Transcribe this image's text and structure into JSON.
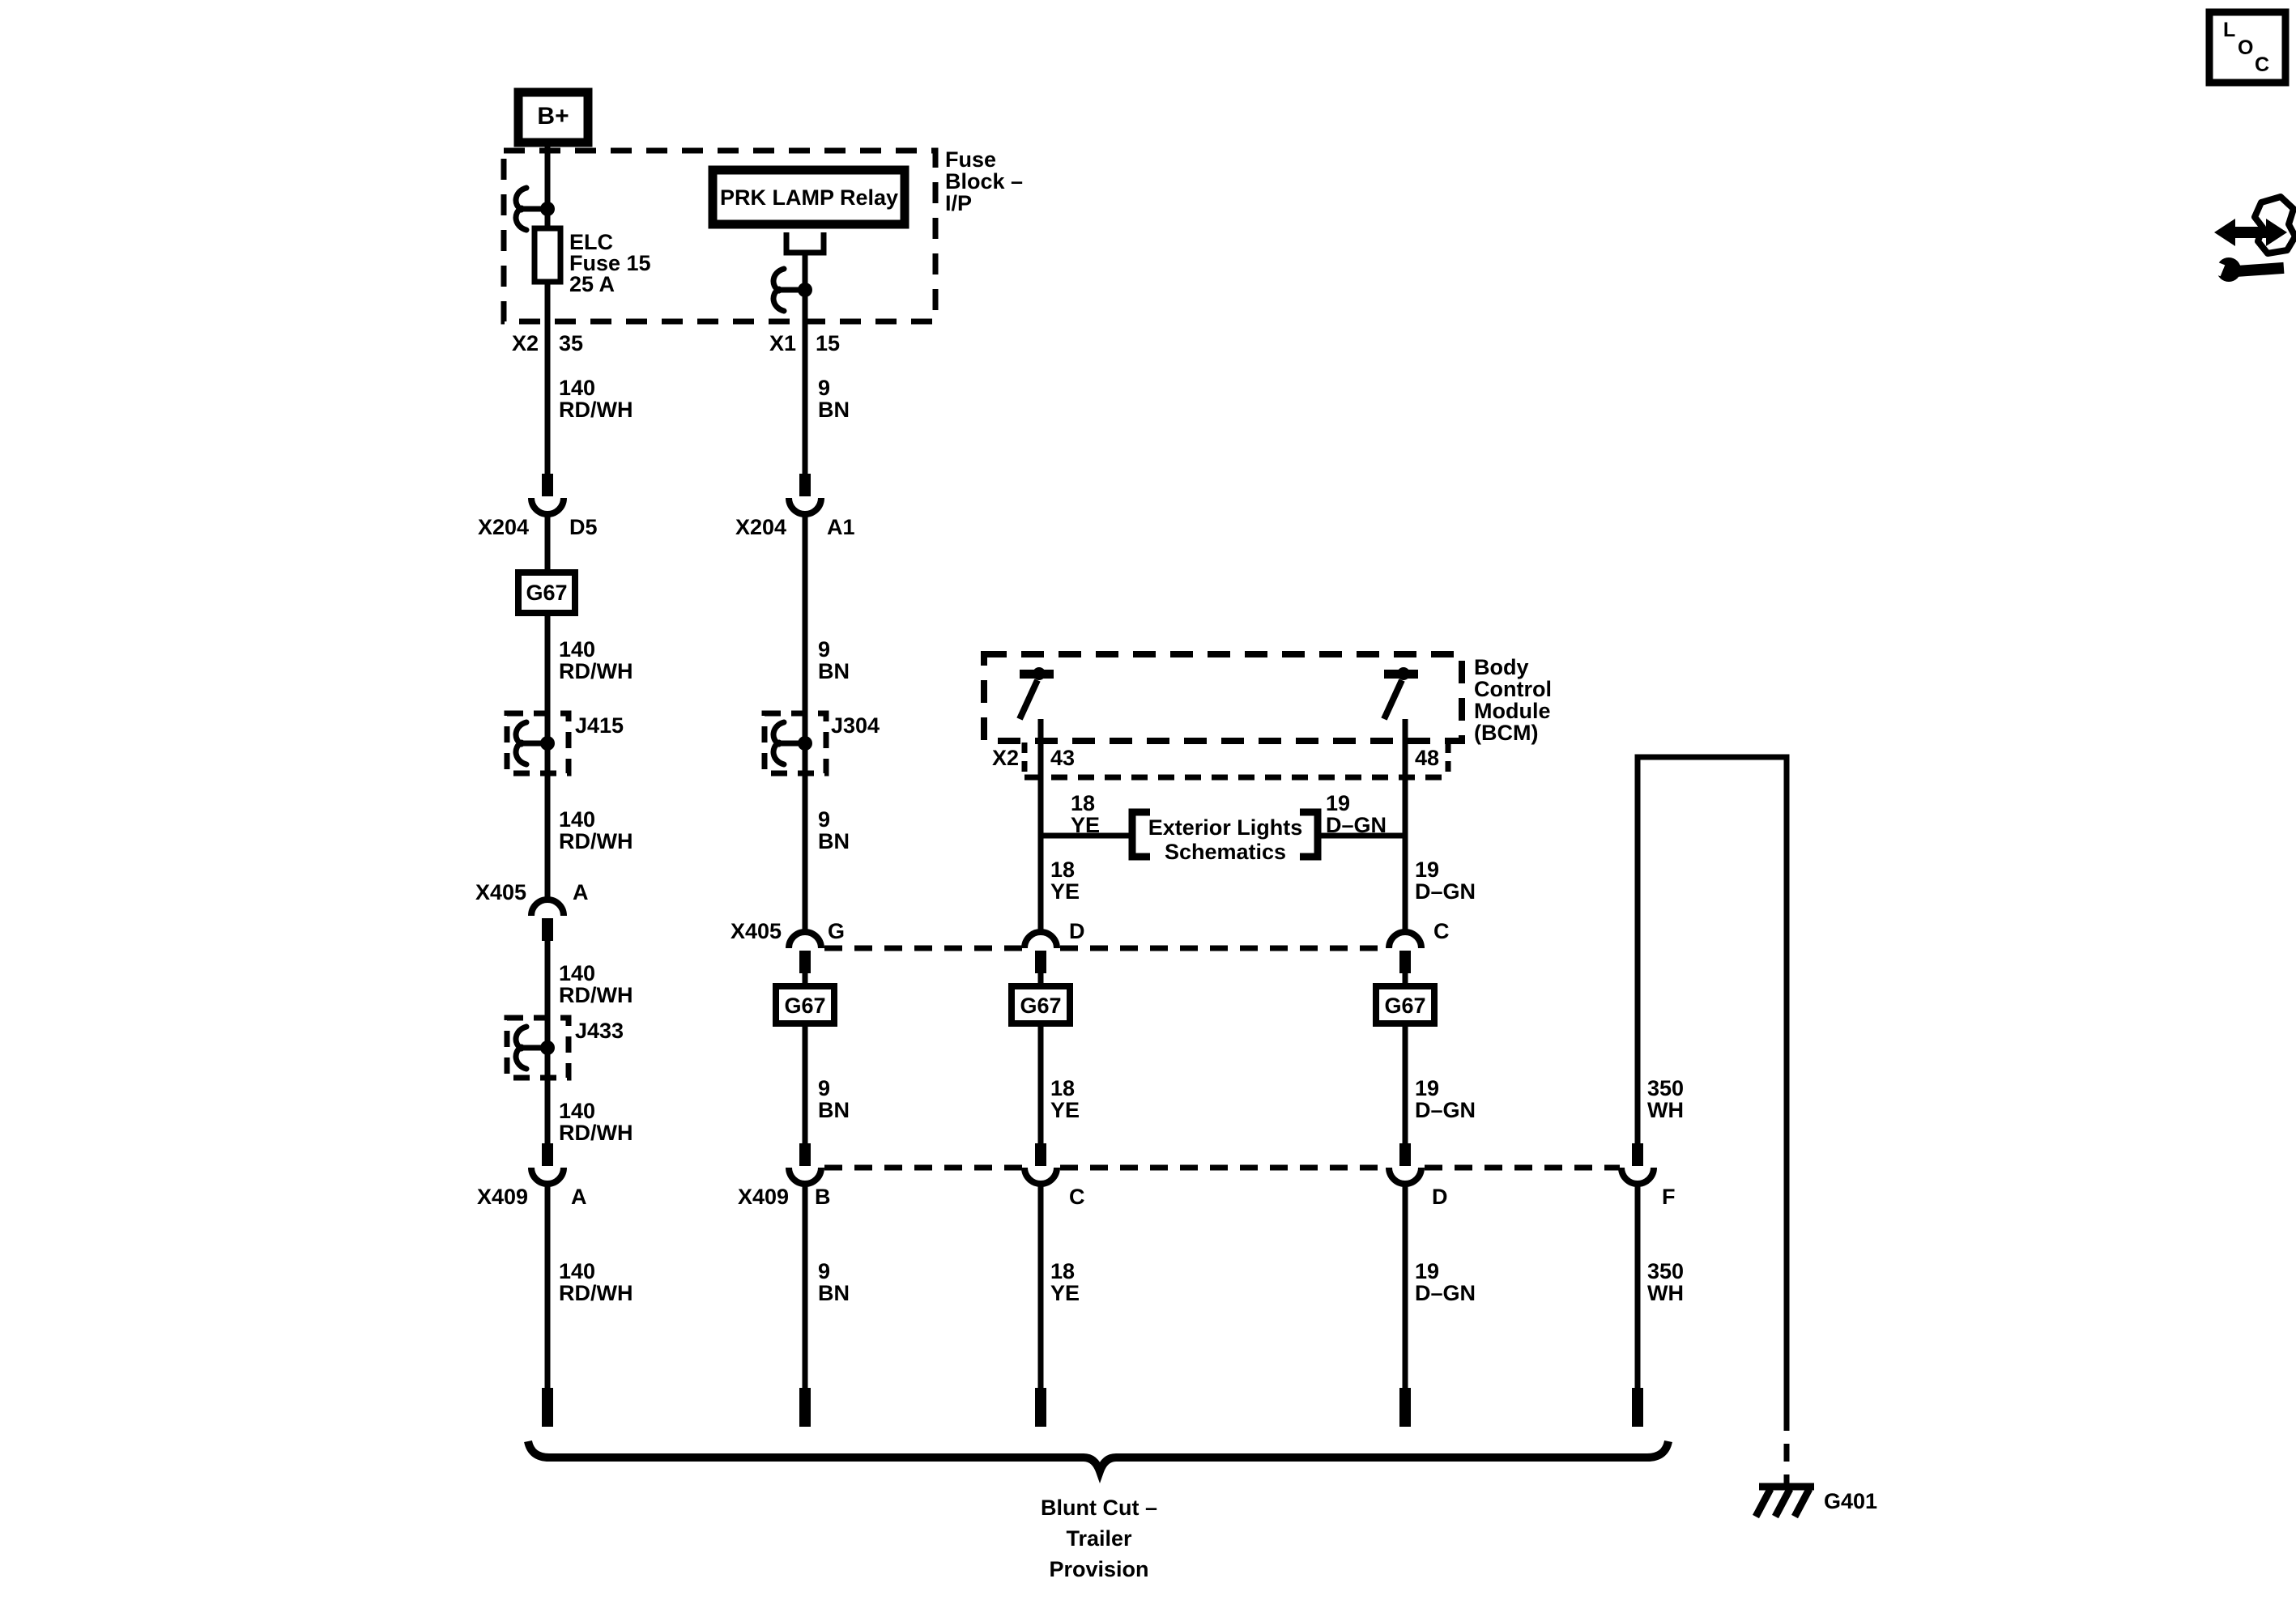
{
  "colors": {
    "ink": "#000000",
    "background": "#ffffff"
  },
  "toolbar": {
    "loc_letters": [
      "L",
      "O",
      "C"
    ]
  },
  "power": {
    "source": "B+"
  },
  "fuse_block": {
    "name_line1": "Fuse",
    "name_line2": "Block –",
    "name_line3": "I/P",
    "relay": "PRK LAMP Relay",
    "fuse_line1": "ELC",
    "fuse_line2": "Fuse 15",
    "fuse_line3": "25 A",
    "fuse_connector": "X2",
    "fuse_pin": "35",
    "relay_connector": "X1",
    "relay_pin": "15"
  },
  "bcm": {
    "name_line1": "Body",
    "name_line2": "Control",
    "name_line3": "Module",
    "name_line4": "(BCM)",
    "connector": "X2",
    "pin_left": "43",
    "pin_right": "48"
  },
  "wires": {
    "w140": {
      "circuit": "140",
      "color": "RD/WH"
    },
    "w9": {
      "circuit": "9",
      "color": "BN"
    },
    "w18": {
      "circuit": "18",
      "color": "YE"
    },
    "w19": {
      "circuit": "19",
      "color": "D–GN"
    },
    "w350": {
      "circuit": "350",
      "color": "WH"
    }
  },
  "connectors": {
    "x204": "X204",
    "x405": "X405",
    "x409": "X409",
    "pin_d5": "D5",
    "pin_a1": "A1",
    "pin_a": "A",
    "pin_g": "G",
    "pin_d": "D",
    "pin_c": "C",
    "pin_b": "B",
    "pin_f": "F"
  },
  "splices": {
    "j415": "J415",
    "j304": "J304",
    "j433": "J433"
  },
  "grounds": {
    "g67": "G67",
    "g401": "G401"
  },
  "reference": {
    "line1": "Exterior Lights",
    "line2": "Schematics"
  },
  "note": {
    "line1": "Blunt Cut –",
    "line2": "Trailer",
    "line3": "Provision"
  }
}
